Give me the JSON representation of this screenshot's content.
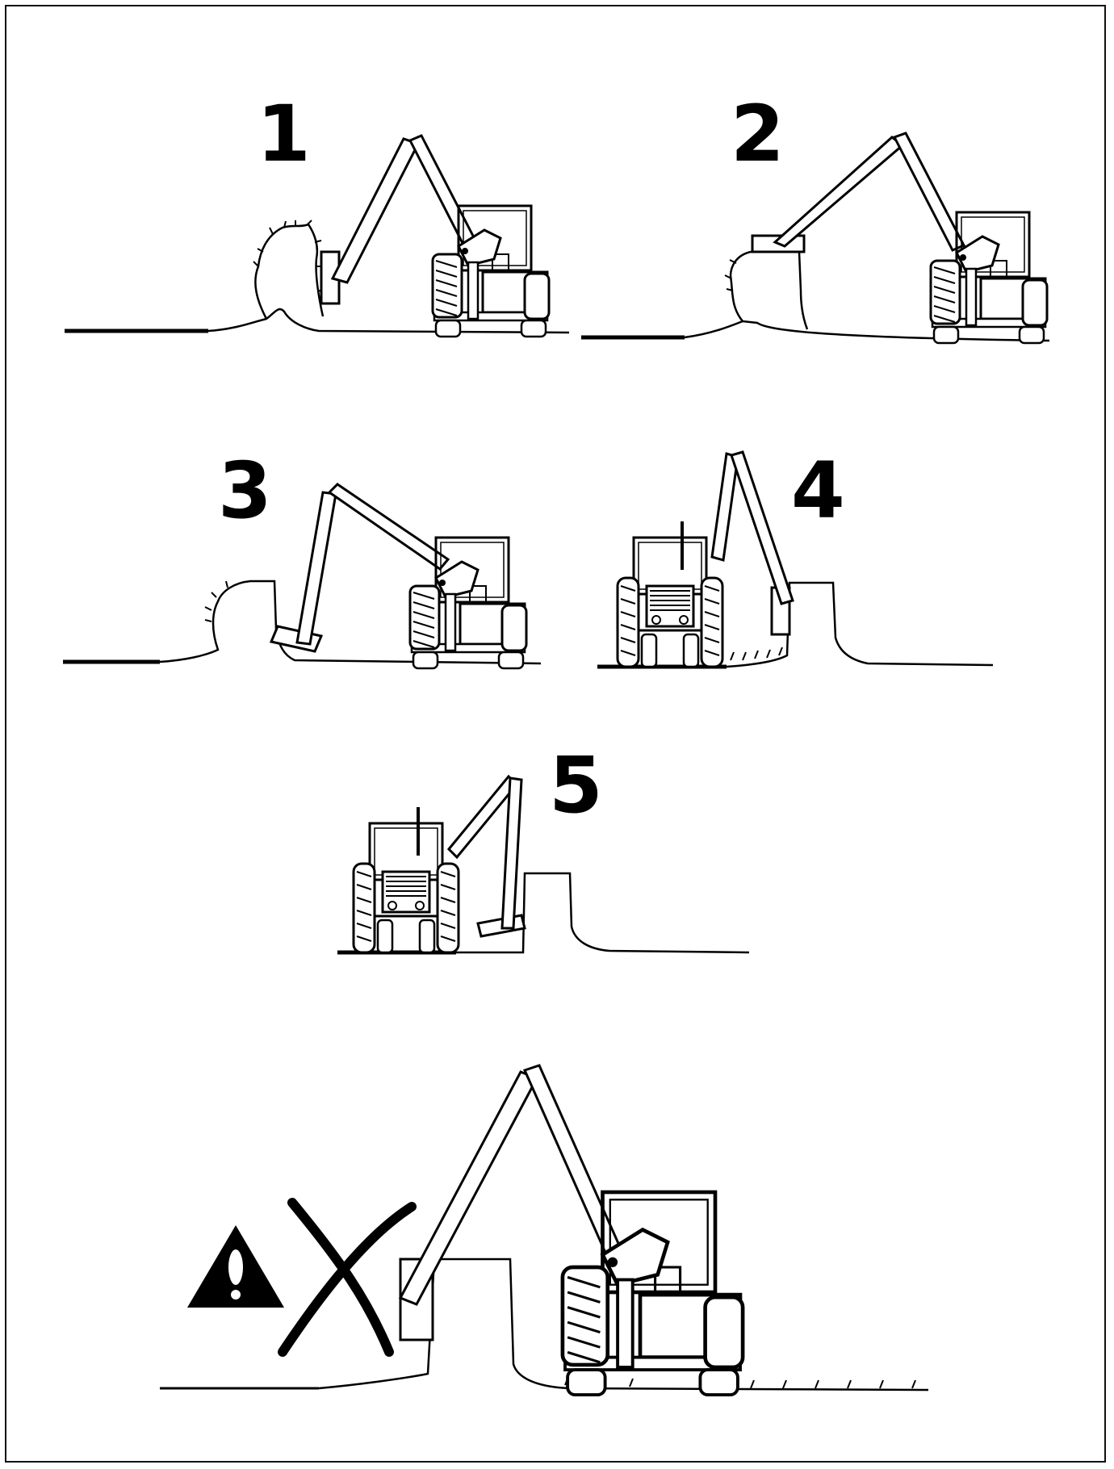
{
  "steps": [
    {
      "number": "1"
    },
    {
      "number": "2"
    },
    {
      "number": "3"
    },
    {
      "number": "4"
    },
    {
      "number": "5"
    }
  ],
  "warning": {
    "icon": "warning-triangle-icon",
    "mark": "cross-mark-icon"
  },
  "colors": {
    "ink": "#000000",
    "background": "#ffffff"
  }
}
